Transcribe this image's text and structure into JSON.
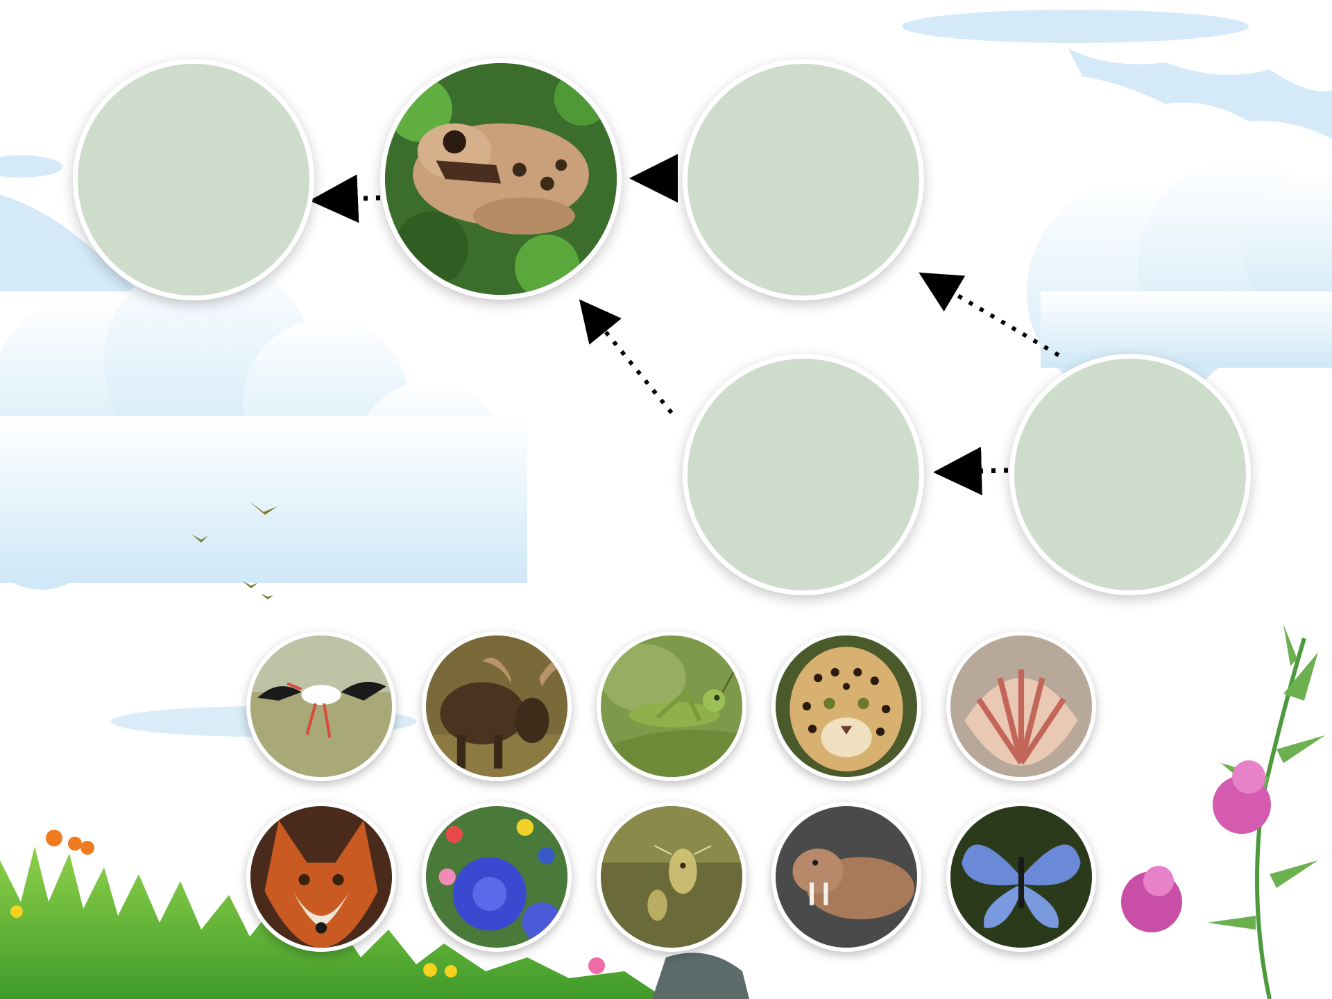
{
  "activity": {
    "slots": [
      {
        "id": "slot-1",
        "content": "empty"
      },
      {
        "id": "slot-2",
        "content": "frog-photo"
      },
      {
        "id": "slot-3",
        "content": "empty"
      },
      {
        "id": "slot-4",
        "content": "empty"
      },
      {
        "id": "slot-5",
        "content": "empty"
      }
    ],
    "arrows": [
      {
        "from": "slot-2",
        "to": "slot-1"
      },
      {
        "from": "slot-3",
        "to": "slot-2"
      },
      {
        "from": "slot-4",
        "to": "slot-2"
      },
      {
        "from": "slot-5",
        "to": "slot-3"
      },
      {
        "from": "slot-5",
        "to": "slot-4"
      }
    ],
    "tiles": [
      {
        "name": "stork-photo"
      },
      {
        "name": "moose-photo"
      },
      {
        "name": "grasshopper-photo"
      },
      {
        "name": "leopard-photo"
      },
      {
        "name": "scallop-shell-photo"
      },
      {
        "name": "fox-photo"
      },
      {
        "name": "cornflower-photo"
      },
      {
        "name": "plankton-photo"
      },
      {
        "name": "walrus-photo"
      },
      {
        "name": "blue-butterfly-photo"
      }
    ]
  },
  "colors": {
    "slot_fill": "#cddccb",
    "slot_border": "#ffffff",
    "arrow": "#000000",
    "sky_cloud": "#d6ecf8"
  }
}
